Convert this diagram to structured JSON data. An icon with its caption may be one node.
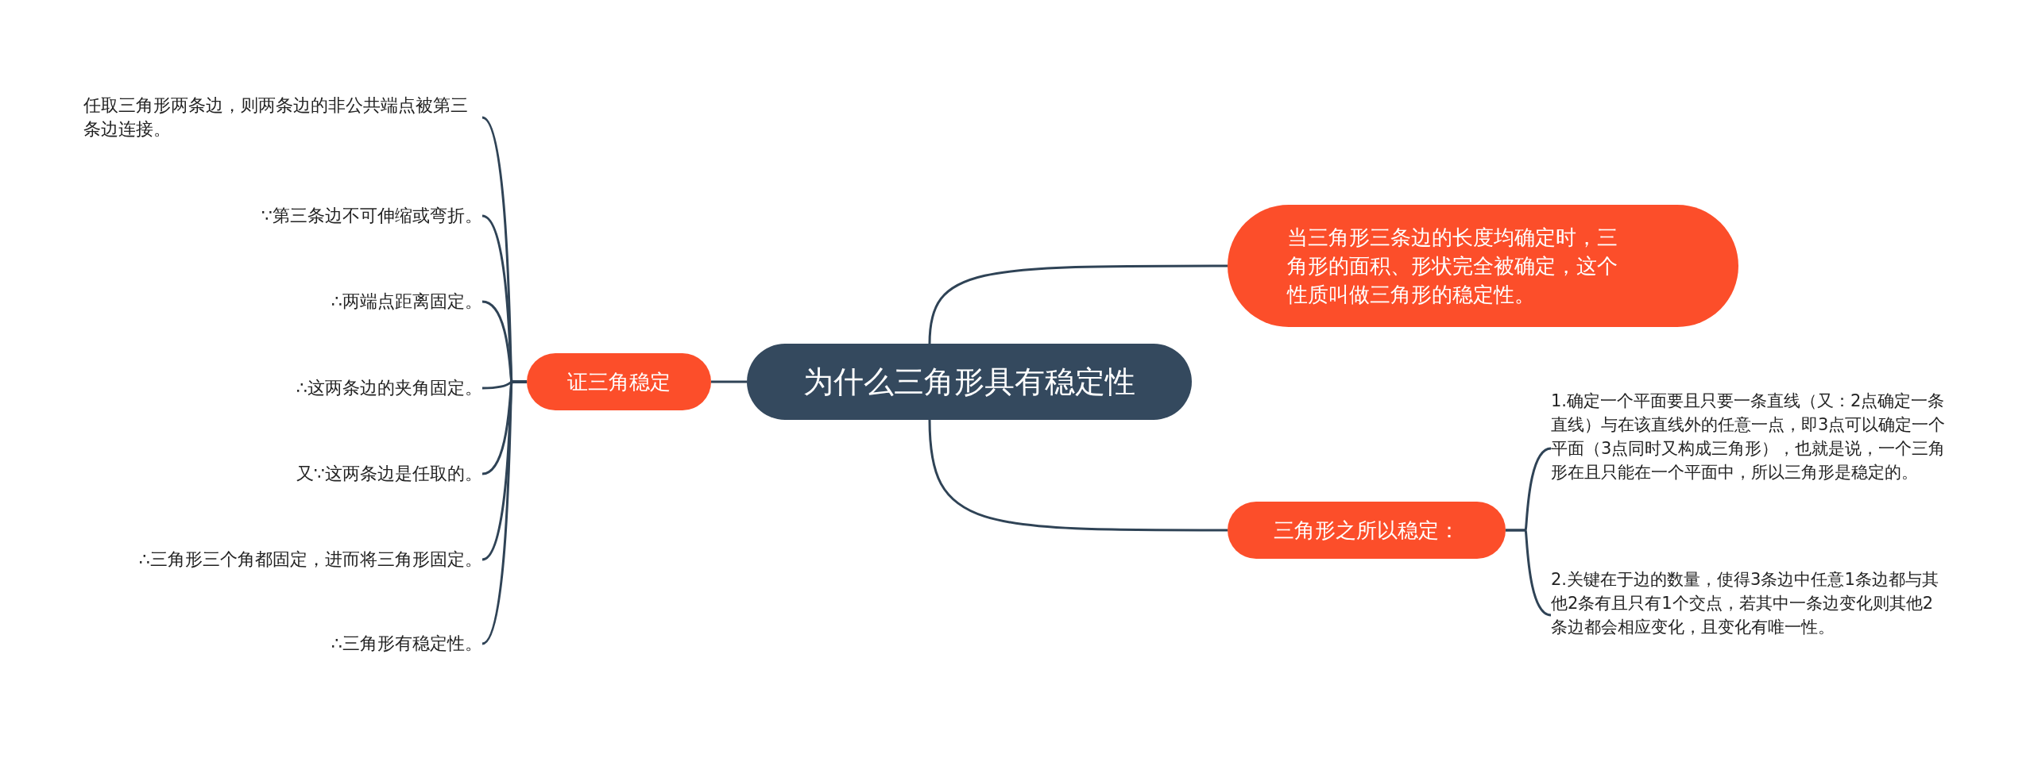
{
  "diagram": {
    "nodes": [
      {
        "text": [
          "为什么三角形具有稳定性"
        ]
      },
      {
        "text": [
          "证三角稳定"
        ]
      },
      {
        "text": [
          "任取三角形两条边，则两条边的非公共端点被第三条边连接。"
        ]
      },
      {
        "text": [
          "∵第三条边不可伸缩或弯折。"
        ]
      },
      {
        "text": [
          "∴两端点距离固定。"
        ]
      },
      {
        "text": [
          "∴这两条边的夹角固定。"
        ]
      },
      {
        "text": [
          "又∵这两条边是任取的。"
        ]
      },
      {
        "text": [
          "∴三角形三个角都固定，进而将三角形固定。"
        ]
      },
      {
        "text": [
          "∴三角形有稳定性。"
        ]
      },
      {
        "text": [
          "当三角形三条边的长度均确定时，三角形的面积、形状完全被确定，这个性质叫做三角形的稳定性。"
        ]
      },
      {
        "text": [
          "三角形之所以稳定："
        ]
      },
      {
        "text": [
          "1.确定一个平面要且只要一条直线（又：2点确定一条直线）与在该直线外的任意一点，即3点可以确定一个平面（3点同时又构成三角形），也就是说，一个三角形在且只能在一个平面中，所以三角形是稳定的。"
        ]
      },
      {
        "text": [
          "2.关键在于边的数量，使得3条边中任意1条边都与其他2条有且只有1个交点，若其中一条边变化则其他2条边都会相应变化，且变化有唯一性。"
        ]
      }
    ],
    "edges": [
      {
        "from": 0,
        "to": 1,
        "arrow": "none"
      },
      {
        "from": 1,
        "to": 2,
        "arrow": "none"
      },
      {
        "from": 1,
        "to": 3,
        "arrow": "none"
      },
      {
        "from": 1,
        "to": 4,
        "arrow": "none"
      },
      {
        "from": 1,
        "to": 5,
        "arrow": "none"
      },
      {
        "from": 1,
        "to": 6,
        "arrow": "none"
      },
      {
        "from": 1,
        "to": 7,
        "arrow": "none"
      },
      {
        "from": 1,
        "to": 8,
        "arrow": "none"
      },
      {
        "from": 0,
        "to": 9,
        "arrow": "none"
      },
      {
        "from": 0,
        "to": 10,
        "arrow": "none"
      },
      {
        "from": 10,
        "to": 11,
        "arrow": "none"
      },
      {
        "from": 10,
        "to": 12,
        "arrow": "none"
      }
    ]
  }
}
